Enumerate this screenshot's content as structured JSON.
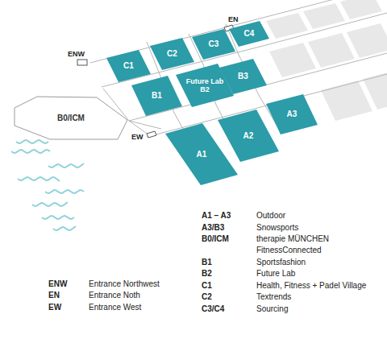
{
  "diagram": {
    "nodes": [
      {
        "text": [
          "C4"
        ]
      },
      {
        "text": [
          "C3"
        ]
      },
      {
        "text": [
          "C2"
        ]
      },
      {
        "text": [
          "C1"
        ]
      },
      {
        "text": [
          "B3"
        ]
      },
      {
        "text": [
          "Future Lab",
          "B2"
        ]
      },
      {
        "text": [
          "B1"
        ]
      },
      {
        "text": [
          "B0/ICM"
        ]
      },
      {
        "text": [
          "A3"
        ]
      },
      {
        "text": [
          "A2"
        ]
      },
      {
        "text": [
          "A1"
        ]
      }
    ],
    "labels": [
      "EN",
      "ENW",
      "EW",
      "A1 – A3",
      "Outdoor",
      "A3/B3",
      "Snowsports",
      "B0/ICM",
      "therapie MÜNCHEN",
      "FitnessConnected",
      "B1",
      "Sportsfashion",
      "B2",
      "Future Lab",
      "C1",
      "Health, Fitness + Padel Village",
      "C2",
      "Textrends",
      "C3/C4",
      "Sourcing",
      "ENW",
      "Entrance Northwest",
      "EN",
      "Entrance Noth",
      "EW",
      "Entrance West"
    ]
  }
}
